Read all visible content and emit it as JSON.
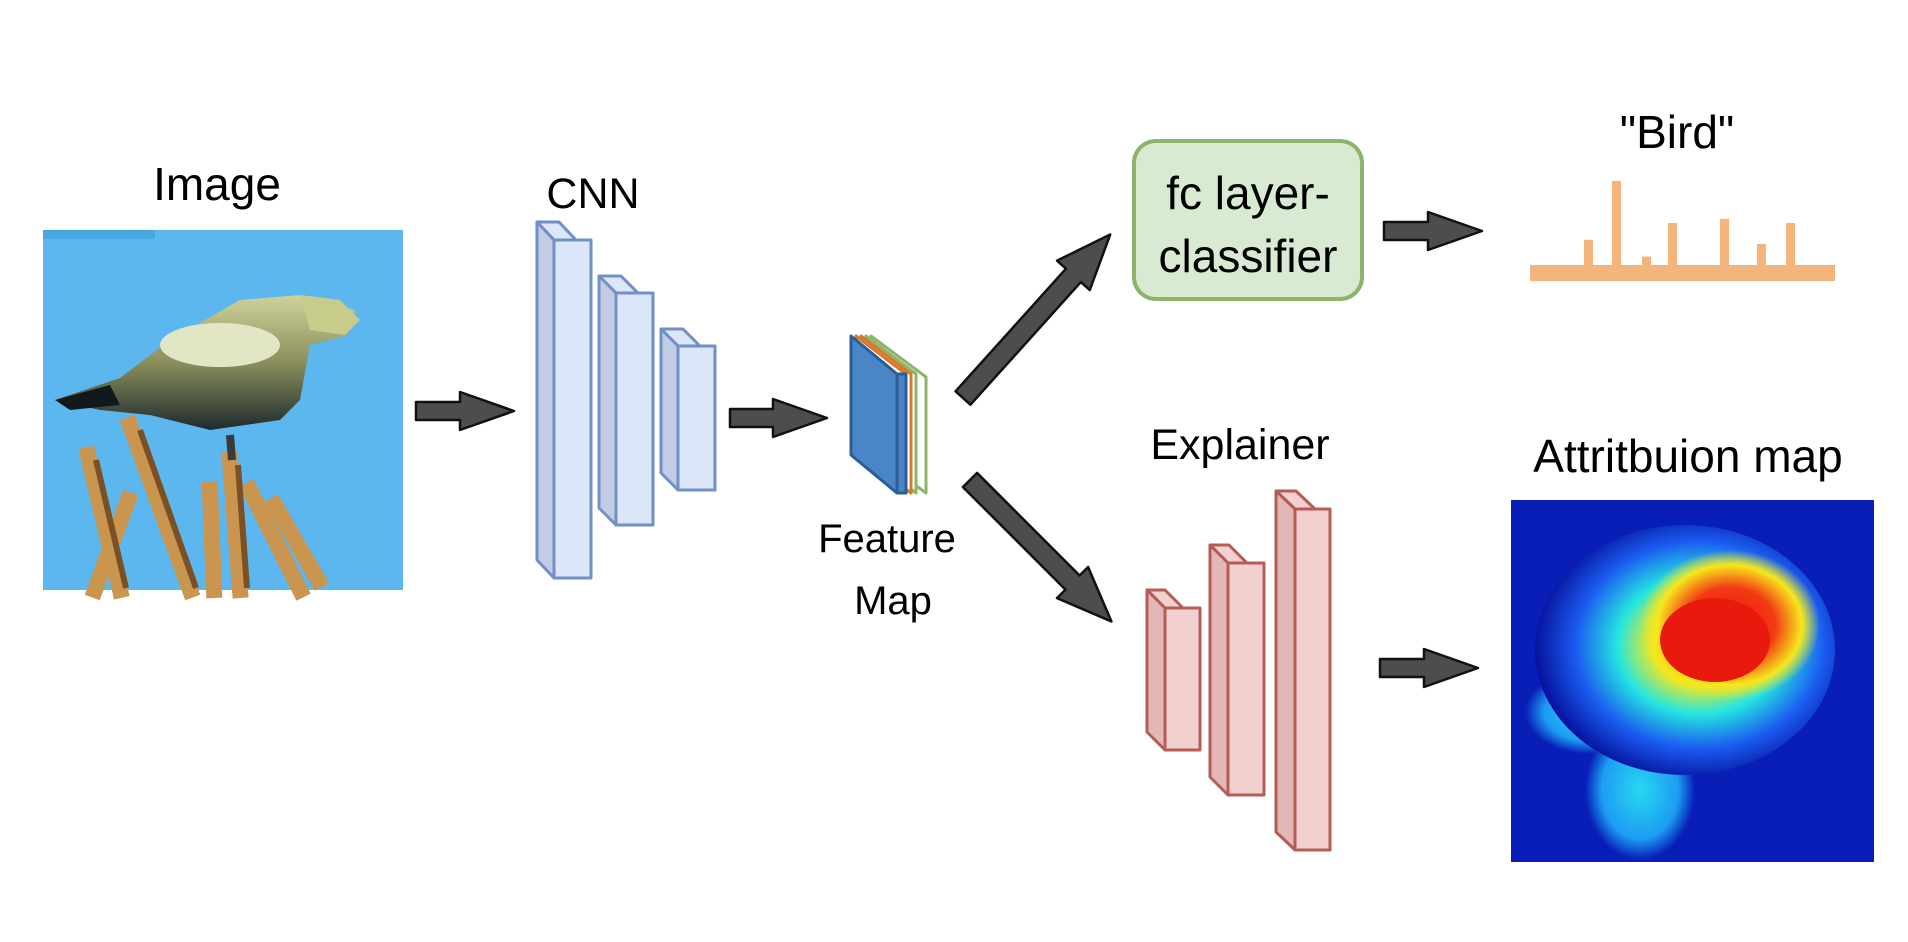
{
  "labels": {
    "image": "Image",
    "cnn": "CNN",
    "feature_map_line1": "Feature",
    "feature_map_line2": "Map",
    "fc_line1": "fc layer-",
    "fc_line2": "classifier",
    "bird": "\"Bird\"",
    "explainer": "Explainer",
    "attribution": "Attritbuion map"
  },
  "colors": {
    "cnn_fill": "#dbe6f9",
    "cnn_side": "#c2cce4",
    "cnn_stroke": "#7290c6",
    "explainer_fill": "#f2d0d0",
    "explainer_side": "#e3b7b7",
    "explainer_stroke": "#b55c55",
    "fc_fill": "#d9ead3",
    "fc_stroke": "#8cb56a",
    "bars": "#f4b57c",
    "arrow_fill": "#4d4d4d",
    "feature_blue": "#4a86c6",
    "feature_orange": "#d9782a",
    "feature_green": "#8cb56a",
    "sky": "#5db7ef"
  },
  "prediction_bars": [
    0.3,
    1.0,
    0.1,
    0.5,
    0.55,
    0.25,
    0.5
  ],
  "icons": [
    "arrow-right-icon",
    "arrow-up-right-icon",
    "arrow-down-right-icon"
  ]
}
